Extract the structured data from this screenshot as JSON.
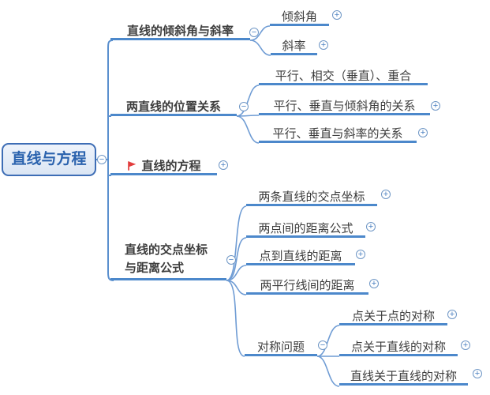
{
  "glyphs": {
    "plus": "+",
    "minus": "−"
  },
  "colors": {
    "line": "#4c88cb",
    "curve": "#6f9cd4",
    "root_border": "#3d6db5",
    "root_text": "#2b63ae",
    "label_text": "#3d3d3d",
    "badge_blue": "#4a80c2",
    "flag_red": "#e23d3d"
  },
  "root": {
    "label": "直线与方程",
    "badge": "minus"
  },
  "branches": [
    {
      "label": "直线的倾斜角与斜率",
      "badge": "minus",
      "children": [
        {
          "label": "倾斜角",
          "badge": "plus"
        },
        {
          "label": "斜率",
          "badge": "plus"
        }
      ]
    },
    {
      "label": "两直线的位置关系",
      "badge": "minus",
      "children": [
        {
          "label": "平行、相交（垂直）、重合",
          "badge": "none"
        },
        {
          "label": "平行、垂直与倾斜角的关系",
          "badge": "plus"
        },
        {
          "label": "平行、垂直与斜率的关系",
          "badge": "plus"
        }
      ]
    },
    {
      "label": "直线的方程",
      "badge": "plus",
      "icon": "red-flag",
      "children": []
    },
    {
      "label": "直线的交点坐标与距离公式",
      "label_lines": [
        "直线的交点坐标",
        "与距离公式"
      ],
      "badge": "minus",
      "children": [
        {
          "label": "两条直线的交点坐标",
          "badge": "plus"
        },
        {
          "label": "两点间的距离公式",
          "badge": "plus"
        },
        {
          "label": "点到直线的距离",
          "badge": "plus"
        },
        {
          "label": "两平行线间的距离",
          "badge": "plus"
        },
        {
          "label": "对称问题",
          "badge": "minus",
          "children": [
            {
              "label": "点关于点的对称",
              "badge": "plus"
            },
            {
              "label": "点关于直线的对称",
              "badge": "plus"
            },
            {
              "label": "直线关于直线的对称",
              "badge": "plus"
            }
          ]
        }
      ]
    }
  ]
}
